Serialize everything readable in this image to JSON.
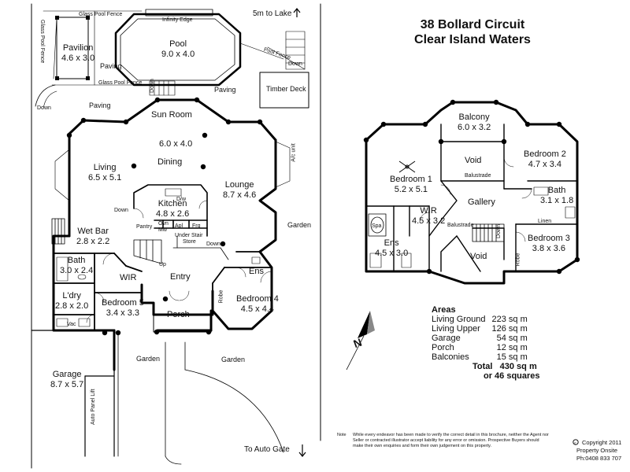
{
  "title": {
    "line1": "38 Bollard Circuit",
    "line2": "Clear Island Waters"
  },
  "ground": {
    "glass_fence_top": "Glass Pool Fence",
    "glass_fence_left": "Glass Pool Fence",
    "glass_fence_mid": "Glass Pool Fence",
    "pool_fence_right": "Pool Fence",
    "infinity_edge": "Infinity Edge",
    "to_lake": "5m to Lake",
    "pavilion": {
      "name": "Pavilion",
      "dim": "4.6 x 3.0"
    },
    "pool": {
      "name": "Pool",
      "dim": "9.0 x 4.0"
    },
    "paving1": "Paving",
    "paving2": "Paving",
    "paving3": "Paving",
    "timber_deck": "Timber Deck",
    "down_pool": "Down",
    "down_left": "Down",
    "down_stairs": "Down",
    "sun_room": {
      "name": "Sun Room",
      "dim": "6.0 x 4.0"
    },
    "dining": "Dining",
    "living": {
      "name": "Living",
      "dim": "6.5 x 5.1"
    },
    "lounge": {
      "name": "Lounge",
      "dim": "8.7 x 4.6"
    },
    "ac_unit": "A/c unit",
    "kitchen": {
      "name": "Kitchen",
      "dim": "4.8 x 2.6"
    },
    "dw": "D/w",
    "ovn_mw": "Ovn Mw",
    "apl": "Apl",
    "frg": "Frg",
    "pantry": "Pantry",
    "under_stair": "Under Stair",
    "store": "Store",
    "down_kitchen": "Down",
    "down_lounge": "Down",
    "up": "Up",
    "wet_bar": {
      "name": "Wet Bar",
      "dim": "2.8 x 2.2"
    },
    "bath": {
      "name": "Bath",
      "dim": "3.0 x 2.4"
    },
    "ldry": {
      "name": "L'dry",
      "dim": "2.8 x 2.0"
    },
    "vac": "Vac",
    "wir": "WIR",
    "bedroom5": {
      "name": "Bedroom 5",
      "dim": "3.4 x 3.3"
    },
    "entry": "Entry",
    "porch": "Porch",
    "ens": "Ens",
    "robe": "Robe",
    "bedroom4": {
      "name": "Bedroom 4",
      "dim": "4.5 x 4.4"
    },
    "garden_right": "Garden",
    "garden_left": "Garden",
    "garden_mid": "Garden",
    "garage": {
      "name": "Garage",
      "dim": "8.7 x 5.7"
    },
    "auto_panel_lift": "Auto Panel Lift",
    "to_auto_gate": "To Auto Gate"
  },
  "upper": {
    "balcony": {
      "name": "Balcony",
      "dim": "6.0 x 3.2"
    },
    "void_top": "Void",
    "bedroom2": {
      "name": "Bedroom 2",
      "dim": "4.7 x 3.4"
    },
    "bedroom1": {
      "name": "Bedroom 1",
      "dim": "5.2 x 5.1"
    },
    "balustrade1": "Balustrade",
    "balustrade2": "Balustrade",
    "bath": {
      "name": "Bath",
      "dim": "3.1 x 1.8"
    },
    "gallery": "Gallery",
    "linen": "Linen",
    "spa": "Spa",
    "wir": {
      "name": "WIR",
      "dim": "4.5 x 3.2"
    },
    "down": "Down",
    "bedroom3": {
      "name": "Bedroom 3",
      "dim": "3.8 x 3.6"
    },
    "ens": {
      "name": "Ens",
      "dim": "4.5 x 3.0"
    },
    "void_bottom": "Void",
    "robe": "Robe"
  },
  "areas": {
    "heading": "Areas",
    "rows": [
      {
        "label": "Living Ground",
        "value": "223 sq m"
      },
      {
        "label": "Living Upper",
        "value": "126 sq m"
      },
      {
        "label": "Garage",
        "value": "54 sq m"
      },
      {
        "label": "Porch",
        "value": "12 sq m"
      },
      {
        "label": "Balconies",
        "value": "15 sq m"
      }
    ],
    "total_label": "Total",
    "total_value": "430 sq m",
    "squares": "or 46 squares"
  },
  "north": "N",
  "note": {
    "key": "Note",
    "text": "While every endeavor has been made to verify the correct detail in this brochure, neither the Agent nor Seller or contracted illustrator accept liability for any error or omission. Prospective Buyers should make their own enquiries and form their own judgement on this property."
  },
  "copyright": {
    "line1": "Copyright 2011",
    "line2": "Property Onsite",
    "line3": "Ph:0408 833 707"
  }
}
